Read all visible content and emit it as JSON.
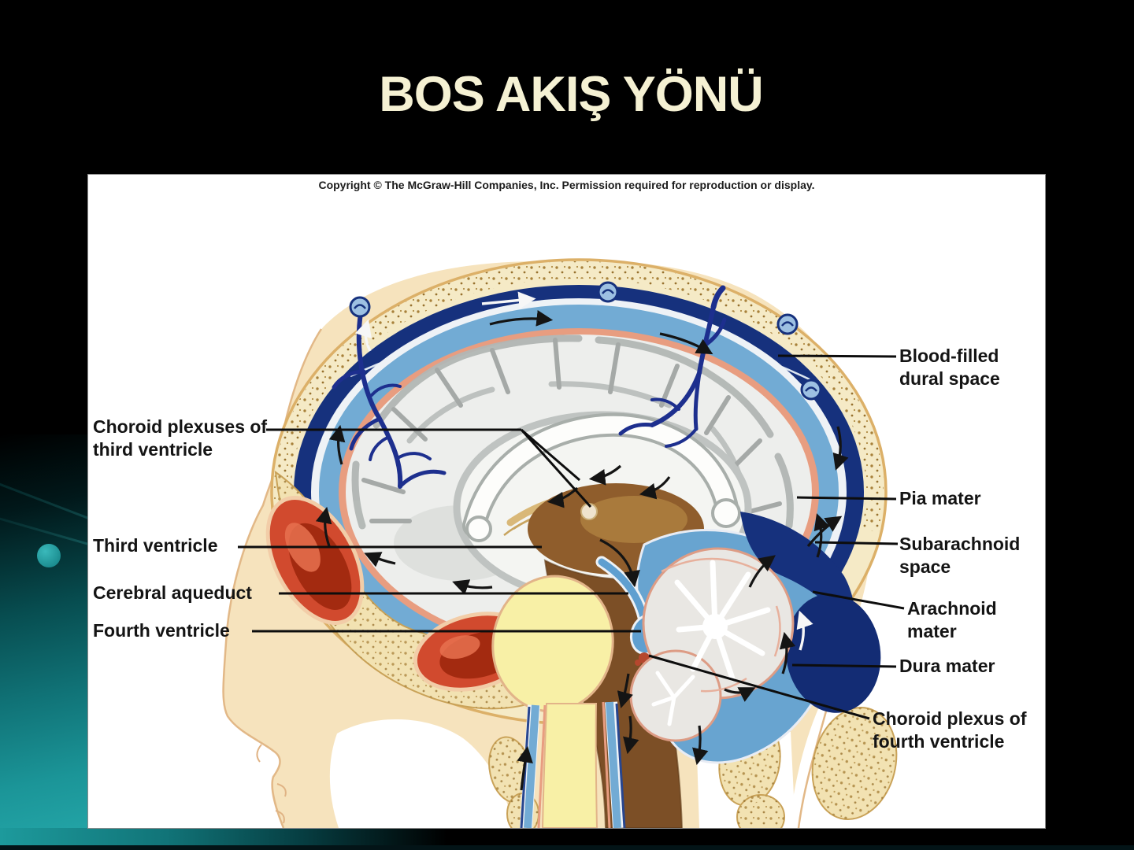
{
  "slide": {
    "title": "BOS AKIŞ YÖNÜ",
    "colors": {
      "background": "#000000",
      "title_text": "#f5f1d3",
      "accent_teal": "#1f9a9d",
      "panel_background": "#ffffff"
    }
  },
  "figure": {
    "copyright": "Copyright © The McGraw-Hill Companies, Inc. Permission required for reproduction or display.",
    "labels_left": [
      {
        "text": "Choroid plexuses of third ventricle"
      },
      {
        "text": "Third ventricle"
      },
      {
        "text": "Cerebral aqueduct"
      },
      {
        "text": "Fourth ventricle"
      }
    ],
    "labels_right": [
      {
        "text": "Blood-filled dural space"
      },
      {
        "text": "Pia mater"
      },
      {
        "text": "Subarachnoid space"
      },
      {
        "text": "Arachnoid mater"
      },
      {
        "text": "Dura mater"
      },
      {
        "text": "Choroid plexus of fourth ventricle"
      }
    ],
    "palette": {
      "dura_navy": "#16317d",
      "csf_blue": "#72abd4",
      "pia_salmon": "#e89d80",
      "bone_cream": "#f4e9c5",
      "bone_speckle": "#a8813a",
      "skin": "#f6e3bd",
      "brainstem_brown": "#7c4f26",
      "cord_yellow": "#f8f0a6",
      "sinus_red": "#d14a2e",
      "vein_navy": "#1d2f8e",
      "brain_gray": "#edeeec"
    }
  }
}
